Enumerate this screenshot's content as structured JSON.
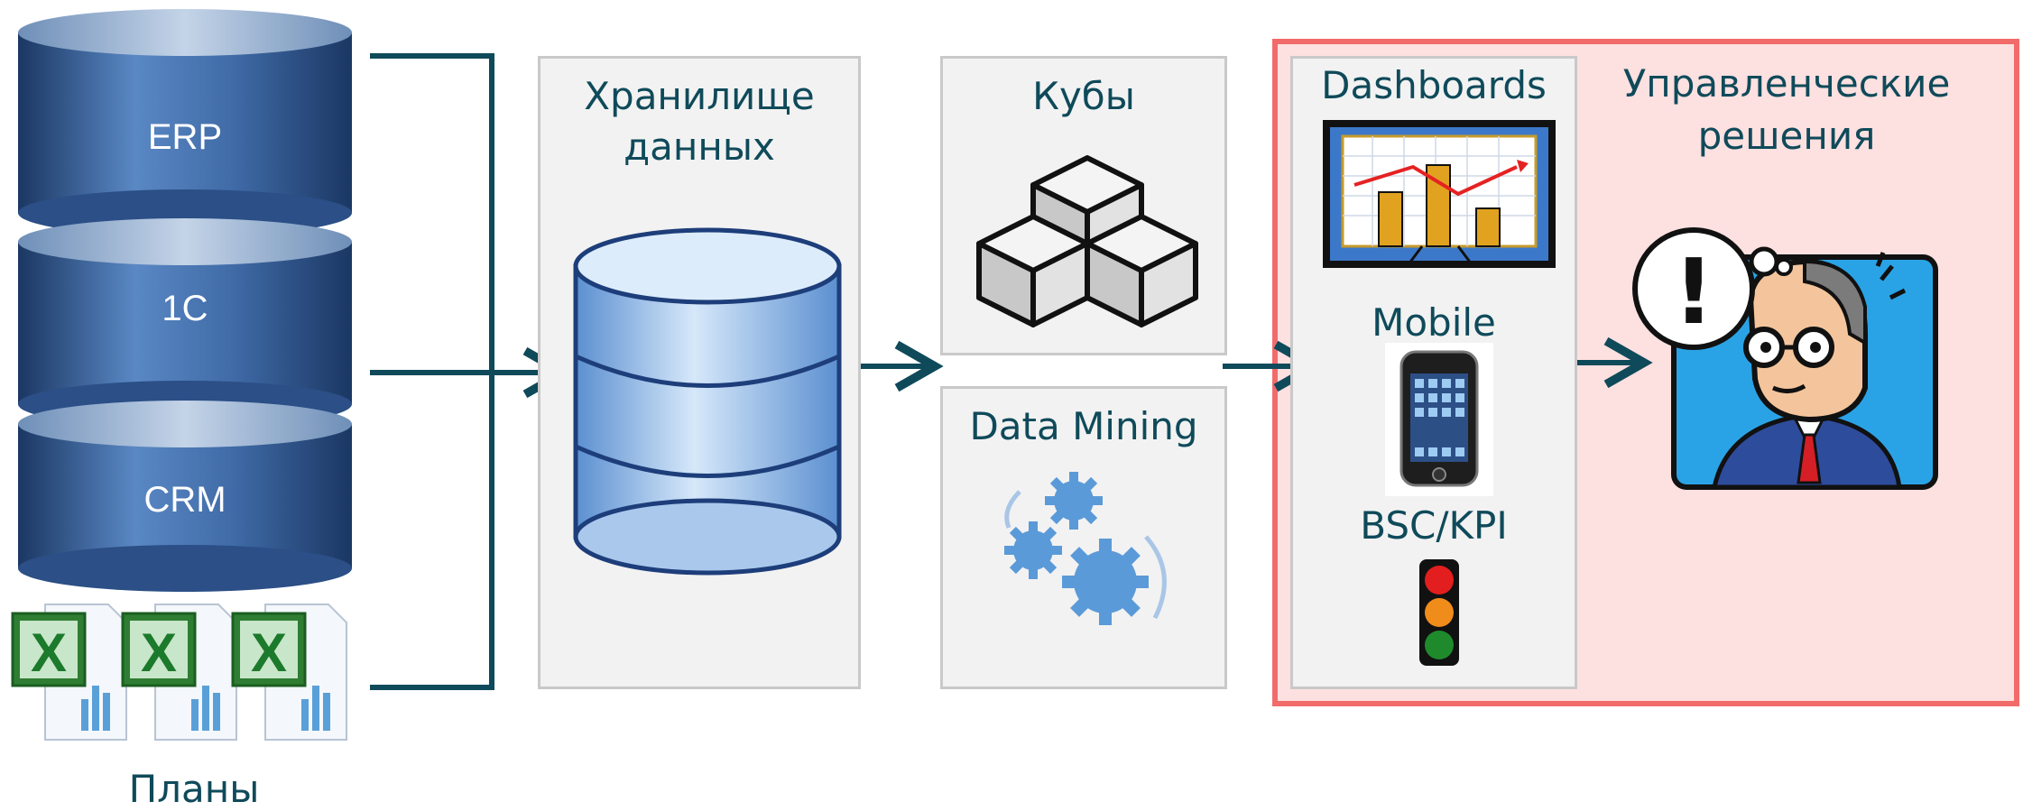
{
  "sources": {
    "erp": "ERP",
    "onec": "1C",
    "crm": "CRM",
    "plans": "Планы"
  },
  "warehouse": {
    "title_line1": "Хранилище",
    "title_line2": "данных"
  },
  "cubes": {
    "title": "Кубы"
  },
  "datamining": {
    "title": "Data Mining"
  },
  "delivery": {
    "dashboards": "Dashboards",
    "mobile": "Mobile",
    "bsc": "BSC/KPI"
  },
  "decisions": {
    "title_line1": "Управленческие",
    "title_line2": "решения"
  },
  "colors": {
    "arrow": "#0f4a5a",
    "highlight_border": "#f26b6b",
    "highlight_fill": "#fde0e0",
    "panel_fill": "#f2f2f2",
    "cylinder_dark": "#1f3f6e",
    "cylinder_mid": "#4a78b4"
  }
}
